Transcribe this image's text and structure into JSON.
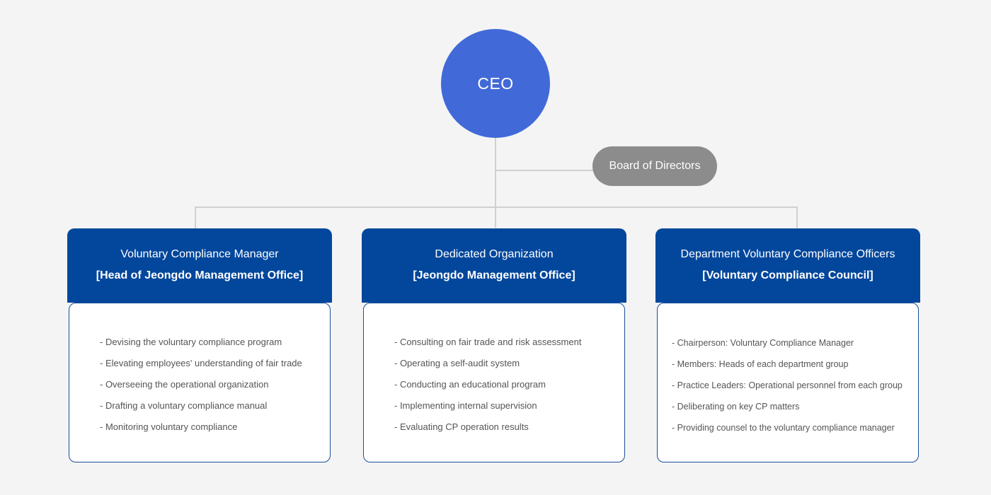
{
  "background_color": "#f4f4f4",
  "colors": {
    "ceo_fill": "#4169d8",
    "board_fill": "#8c8c8c",
    "card_header_fill": "#03479c",
    "card_body_fill": "#ffffff",
    "card_border": "#1a4f9c",
    "connector_line": "#d0d0d0",
    "body_text": "#555555",
    "header_text": "#ffffff"
  },
  "ceo": {
    "label": "CEO"
  },
  "board": {
    "label": "Board of Directors"
  },
  "cards": [
    {
      "title": "Voluntary Compliance Manager",
      "subtitle": "[Head of Jeongdo Management Office]",
      "items": [
        "- Devising the voluntary compliance program",
        "- Elevating employees' understanding of fair trade",
        "- Overseeing the operational organization",
        "- Drafting a voluntary compliance manual",
        "- Monitoring voluntary compliance"
      ]
    },
    {
      "title": "Dedicated Organization",
      "subtitle": "[Jeongdo Management Office]",
      "items": [
        "- Consulting on fair trade and risk assessment",
        "- Operating a self-audit system",
        "- Conducting an educational program",
        "- Implementing internal supervision",
        "- Evaluating CP operation results"
      ]
    },
    {
      "title": "Department Voluntary Compliance Officers",
      "subtitle": "[Voluntary Compliance Council]",
      "items": [
        "- Chairperson: Voluntary Compliance Manager",
        "- Members: Heads of each department group",
        "- Practice Leaders: Operational personnel from each group",
        "- Deliberating on key CP matters",
        "- Providing counsel to the voluntary compliance manager"
      ]
    }
  ]
}
